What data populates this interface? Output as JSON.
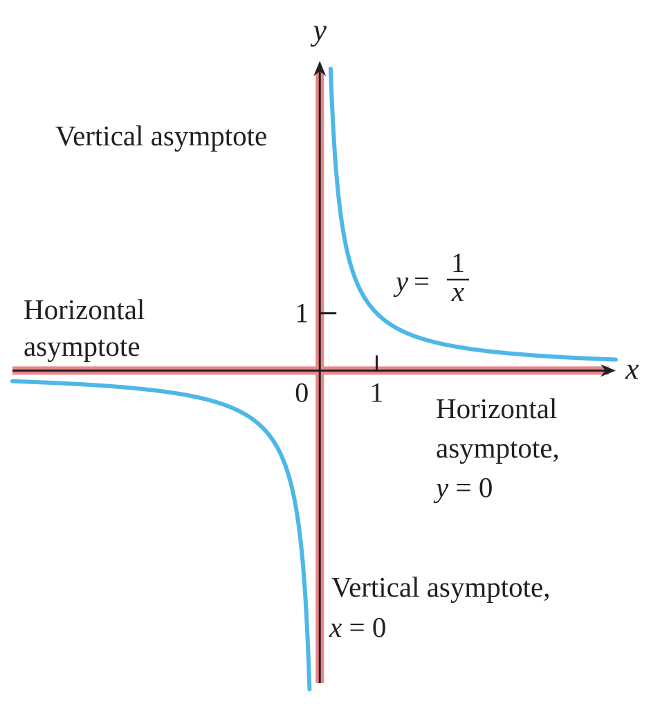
{
  "chart_data": {
    "type": "line",
    "function": "y = 1/x",
    "curve_label": {
      "lhs": "y",
      "eq": "=",
      "numerator": "1",
      "denominator": "x"
    },
    "axes": {
      "x_label": "x",
      "y_label": "y"
    },
    "xlim": [
      -5.4,
      5.2
    ],
    "ylim": [
      -5.45,
      5.4
    ],
    "ticks": {
      "origin": "0",
      "x_tick": {
        "value": 1,
        "label": "1"
      },
      "y_tick": {
        "value": 1,
        "label": "1"
      }
    },
    "series": [
      {
        "branch": "x>0",
        "x_range": [
          0.19,
          5.2
        ]
      },
      {
        "branch": "x<0",
        "x_range": [
          -5.4,
          -0.18
        ]
      }
    ],
    "asymptotes": [
      {
        "kind": "vertical",
        "equation": "x = 0"
      },
      {
        "kind": "horizontal",
        "equation": "y = 0"
      }
    ],
    "annotations": {
      "vert_top": "Vertical asymptote",
      "horiz_left_1": "Horizontal",
      "horiz_left_2": "asymptote",
      "horiz_right_1": "Horizontal",
      "horiz_right_2": "asymptote,",
      "horiz_right_3_var": "y",
      "horiz_right_3_rest": "= 0",
      "vert_bottom_1": "Vertical asymptote,",
      "vert_bottom_2_var": "x",
      "vert_bottom_2_rest": "= 0"
    },
    "colors": {
      "curve": "#4db8e8",
      "asymptote": "#e8868a",
      "axis": "#231f20"
    }
  }
}
